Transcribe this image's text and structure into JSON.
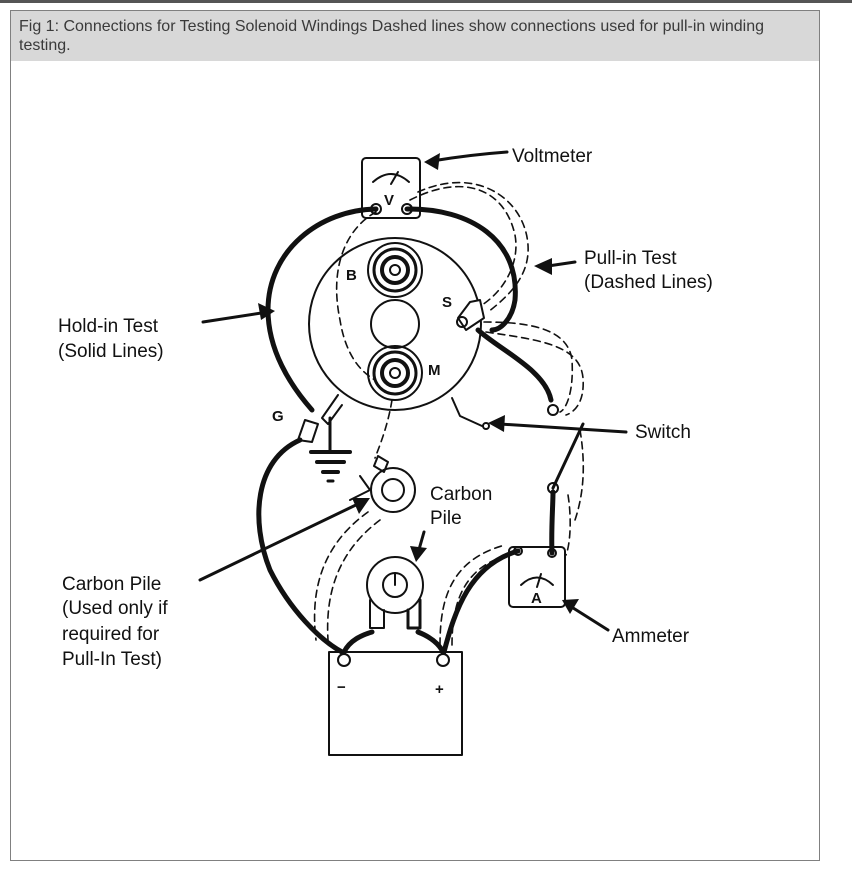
{
  "caption": "Fig 1: Connections for Testing Solenoid Windings Dashed lines show connections used for pull-in winding testing.",
  "labels": {
    "voltmeter": "Voltmeter",
    "pullin_line1": "Pull-in Test",
    "pullin_line2": "(Dashed Lines)",
    "holdin_line1": "Hold-in Test",
    "holdin_line2": "(Solid Lines)",
    "switch": "Switch",
    "carbon_pile_line1": "Carbon",
    "carbon_pile_line2": "Pile",
    "carbon_note_line1": "Carbon Pile",
    "carbon_note_line2": "(Used only if",
    "carbon_note_line3": "required for",
    "carbon_note_line4": "Pull-In Test)",
    "ammeter": "Ammeter"
  },
  "terminals": {
    "v": "V",
    "b": "B",
    "s": "S",
    "m": "M",
    "g": "G",
    "a": "A",
    "neg": "−",
    "pos": "+"
  },
  "colors": {
    "caption_bg": "#d8d8d8",
    "caption_text": "#3a3a3a",
    "ink": "#111111"
  }
}
